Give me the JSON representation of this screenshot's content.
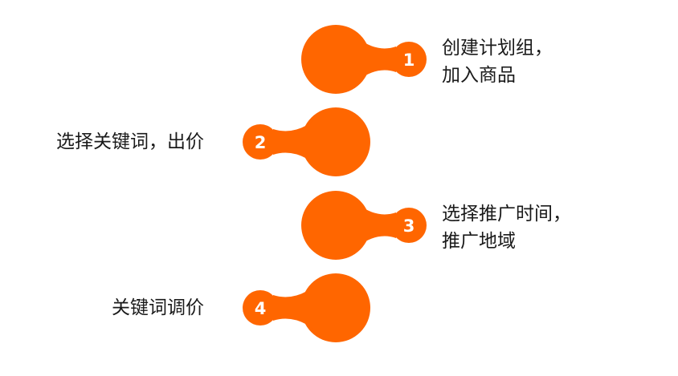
{
  "colors": {
    "accent": "#FF6600",
    "text": "#1a1a1a",
    "number": "#ffffff"
  },
  "steps": [
    {
      "number": "1",
      "lines": [
        "创建计划组，",
        "加入商品"
      ]
    },
    {
      "number": "2",
      "lines": [
        "选择关键词，出价"
      ]
    },
    {
      "number": "3",
      "lines": [
        "选择推广时间，",
        "推广地域"
      ]
    },
    {
      "number": "4",
      "lines": [
        "关键词调价"
      ]
    }
  ]
}
